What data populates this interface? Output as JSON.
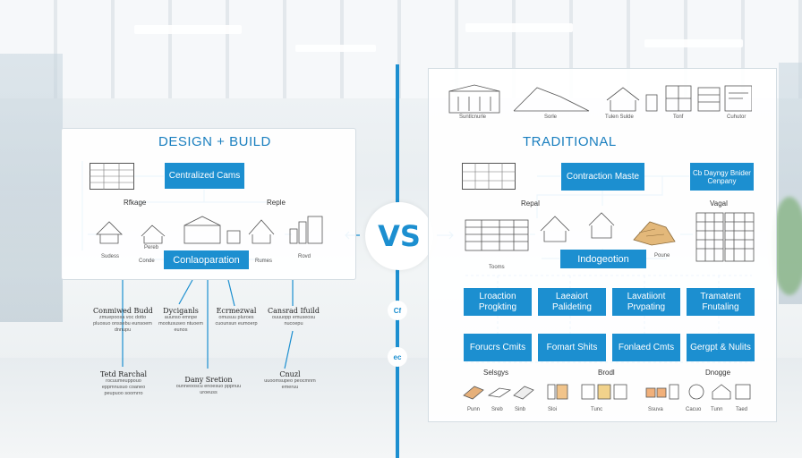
{
  "left": {
    "title": "DESIGN + BUILD",
    "box_top": "Centralized Cams",
    "box_bottom": "Conlaoparation",
    "label_left": "Rfkage",
    "label_right": "Reple",
    "tiny_labels": [
      "Sudess",
      "Conde",
      "Pereb",
      "Rumes",
      "Rovd"
    ],
    "notes": [
      {
        "title": "Conmiwed Budd",
        "sub": "zmuepoosa voc dotto pluosuo onssebu eunsoem dnnupu"
      },
      {
        "title": "Dyciganls",
        "sub": "auunso emnpe mootususeo ntuoem eunos"
      },
      {
        "title": "Ecrmezwal",
        "sub": "omusuu pluroes cuounsun eumoerp"
      },
      {
        "title": "Cansrad Ifuild",
        "sub": "ouuuopp emuseosu nucoepu"
      },
      {
        "title": "Tetd Rarchal",
        "sub": "rocuumeuppouo eppmnusuo coaneo peupuoo soomrro"
      },
      {
        "title": "Dany Sretion",
        "sub": "ounneooscu enoesuo pppnuu uroeuss"
      },
      {
        "title": "Cnuzl",
        "sub": "uuoomsupeo peocmnm emeruu"
      }
    ]
  },
  "center": {
    "vs": "VS",
    "badge_1": "Cf",
    "badge_2": "ec"
  },
  "right": {
    "title": "TRADITIONAL",
    "top_icons": [
      "Suntlcnurle",
      "Sorle",
      "Tulen Sulde",
      "Tonf",
      "Cuhutor"
    ],
    "box_contract": "Contraction Maste",
    "box_owner": "Cb Dayngy Bnider Cenpany",
    "label_repal": "Repal",
    "label_vagal": "Vagal",
    "box_integration": "Indogeotion",
    "row1": [
      "Lroaction Progkting",
      "Laeaiort Palideting",
      "Lavatiiont Prvpating",
      "Tramatent Fnutaling"
    ],
    "row2": [
      "Forucrs Cmits",
      "Fomart Shits",
      "Fonlaed Cmts",
      "Gergpt & Nulits"
    ],
    "section_labels": [
      "Selsgys",
      "Brodl",
      "Dnogge"
    ],
    "bottom_tiny": [
      "Punn",
      "Sreb",
      "Sinb",
      "Sloi",
      "Tunc",
      "Ssuva",
      "Cacuo",
      "Tunn",
      "Taed"
    ],
    "misc_tiny": [
      "Poune",
      "Tooms"
    ]
  },
  "colors": {
    "accent": "#1c8fd0",
    "heading": "#1a7fbf"
  }
}
